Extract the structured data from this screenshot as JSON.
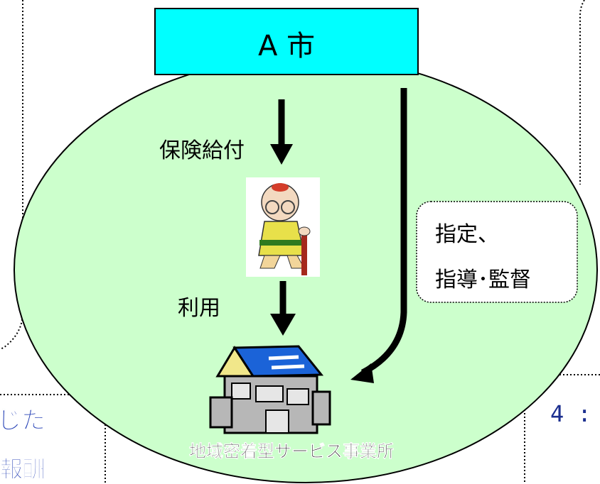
{
  "city_box": {
    "label": "A 市",
    "fill": "#00FFFF"
  },
  "region_fill": "#CCFFCC",
  "arrows": {
    "benefit_label": "保険給付",
    "use_label": "利用"
  },
  "authority_box": {
    "line1": "指定、",
    "line2": "指導･監督"
  },
  "facility_label": "地域密着型サービス事業所",
  "background_fragments": {
    "left_text_1": "じた",
    "left_text_2": "報酬",
    "right_text": "4 :"
  }
}
